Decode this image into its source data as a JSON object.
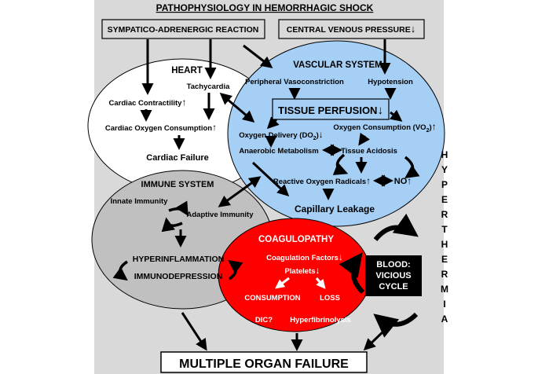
{
  "title": "PATHOPHYSIOLOGY IN HEMORRHAGIC SHOCK",
  "boxes": {
    "sympatico": "SYMPATICO-ADRENERGIC REACTION",
    "cvp": "CENTRAL VENOUS PRESSURE",
    "cvp_arrow": "↓",
    "mof": "MULTIPLE ORGAN FAILURE",
    "tissue_perfusion": "TISSUE PERFUSION",
    "tissue_perfusion_arrow": "↓",
    "blood_line1": "BLOOD:",
    "blood_line2": "VICIOUS",
    "blood_line3": "CYCLE"
  },
  "heart": {
    "title": "HEART",
    "tachycardia": "Tachycardia",
    "contractility": "Cardiac Contractility",
    "contractility_arrow": "↑",
    "o2_consumption": "Cardiac Oxygen Consumption",
    "o2_consumption_arrow": "↑",
    "failure": "Cardiac Failure"
  },
  "vascular": {
    "title": "VASCULAR SYSTEM",
    "vasoconstriction": "Peripheral Vasoconstriction",
    "hypotension": "Hypotension",
    "do2_pre": "Oxygen Delivery (DO",
    "do2_sub": "2",
    "do2_post": ")",
    "do2_arrow": "↓",
    "vo2_pre": "Oxygen Consumption (VO",
    "vo2_sub": "2",
    "vo2_post": ")",
    "vo2_arrow": "↑",
    "anaerobic": "Anaerobic Metabolism",
    "acidosis": "Tissue Acidosis",
    "ros": "Reactive Oxygen Radicals",
    "ros_arrow": "↑",
    "no": "NO",
    "no_arrow": "↑",
    "leakage": "Capillary Leakage"
  },
  "immune": {
    "title": "IMMUNE SYSTEM",
    "innate": "Innate Immunity",
    "adaptive": "Adaptive Immunity",
    "hyperinflammation": "HYPERINFLAMMATION",
    "immunodepression": "IMMUNODEPRESSION"
  },
  "coag": {
    "title": "COAGULOPATHY",
    "factors": "Coagulation Factors",
    "factors_arrow": "↓",
    "platelets": "Platelets",
    "platelets_arrow": "↓",
    "consumption": "CONSUMPTION",
    "loss": "LOSS",
    "dic": "DIC?",
    "hyperfibrinolysis": "Hyperfibrinolysis"
  },
  "hyperthermia_letters": [
    "H",
    "Y",
    "P",
    "E",
    "R",
    "T",
    "H",
    "E",
    "R",
    "M",
    "I",
    "A"
  ],
  "colors": {
    "background_panel": "#d9d9d9",
    "vascular": "#a6cff5",
    "immune": "#c0c0c0",
    "coagulopathy": "#ff0000",
    "heart": "#ffffff",
    "blood_box": "#000000"
  }
}
